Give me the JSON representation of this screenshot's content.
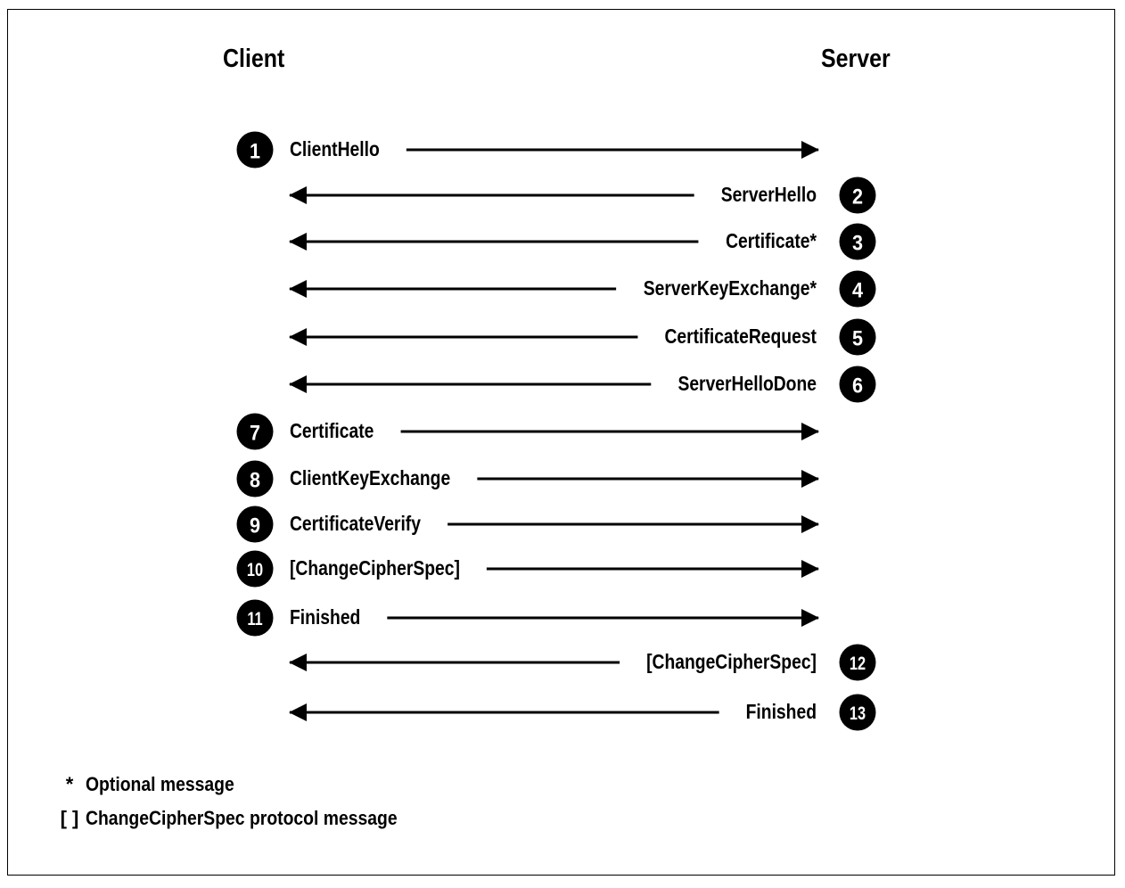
{
  "parties": {
    "client": "Client",
    "server": "Server"
  },
  "messages": [
    {
      "step": "1",
      "label": "ClientHello",
      "direction": "client-to-server"
    },
    {
      "step": "2",
      "label": "ServerHello",
      "direction": "server-to-client"
    },
    {
      "step": "3",
      "label": "Certificate*",
      "direction": "server-to-client"
    },
    {
      "step": "4",
      "label": "ServerKeyExchange*",
      "direction": "server-to-client"
    },
    {
      "step": "5",
      "label": "CertificateRequest",
      "direction": "server-to-client"
    },
    {
      "step": "6",
      "label": "ServerHelloDone",
      "direction": "server-to-client"
    },
    {
      "step": "7",
      "label": "Certificate",
      "direction": "client-to-server"
    },
    {
      "step": "8",
      "label": "ClientKeyExchange",
      "direction": "client-to-server"
    },
    {
      "step": "9",
      "label": "CertificateVerify",
      "direction": "client-to-server"
    },
    {
      "step": "10",
      "label": "[ChangeCipherSpec]",
      "direction": "client-to-server"
    },
    {
      "step": "11",
      "label": "Finished",
      "direction": "client-to-server"
    },
    {
      "step": "12",
      "label": "[ChangeCipherSpec]",
      "direction": "server-to-client"
    },
    {
      "step": "13",
      "label": "Finished",
      "direction": "server-to-client"
    }
  ],
  "legend": [
    {
      "symbol": "*",
      "text": "Optional message"
    },
    {
      "symbol": "[ ]",
      "text": "ChangeCipherSpec protocol message"
    }
  ],
  "colors": {
    "ink": "#000000",
    "background": "#ffffff",
    "badge_text": "#ffffff"
  }
}
